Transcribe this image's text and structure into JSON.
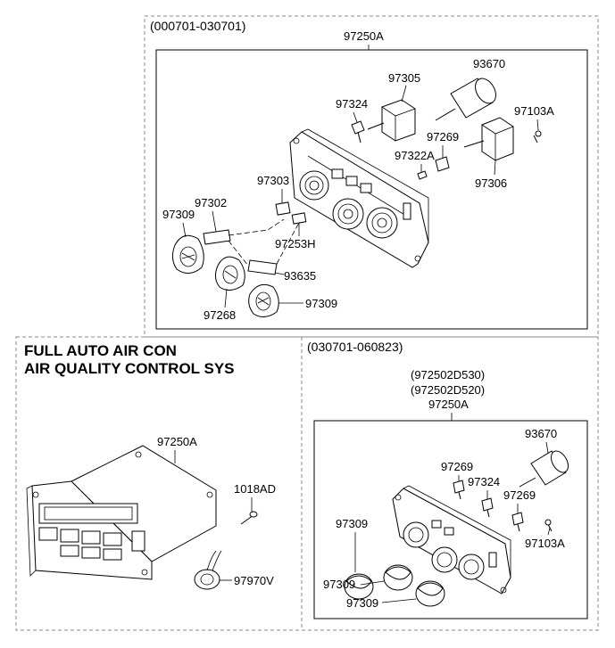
{
  "sections": {
    "top": {
      "range": "(000701-030701)",
      "assembly": "97250A"
    },
    "left": {
      "title_line1": "FULL AUTO AIR CON",
      "title_line2": "AIR QUALITY CONTROL SYS",
      "assembly": "97250A"
    },
    "right": {
      "range": "(030701-060823)",
      "alt1": "(972502D530)",
      "alt2": "(972502D520)",
      "assembly": "97250A"
    }
  },
  "parts_top": {
    "p97305": "97305",
    "p93670": "93670",
    "p97324": "97324",
    "p97103A": "97103A",
    "p97269": "97269",
    "p97322A": "97322A",
    "p97306": "97306",
    "p97303": "97303",
    "p97302": "97302",
    "p97309a": "97309",
    "p97253H": "97253H",
    "p93635": "93635",
    "p97309b": "97309",
    "p97268": "97268"
  },
  "parts_left": {
    "p1018AD": "1018AD",
    "p97970V": "97970V"
  },
  "parts_right": {
    "p93670": "93670",
    "p97269a": "97269",
    "p97324": "97324",
    "p97269b": "97269",
    "p97309a": "97309",
    "p97103A": "97103A",
    "p97309b": "97309",
    "p97309c": "97309"
  }
}
